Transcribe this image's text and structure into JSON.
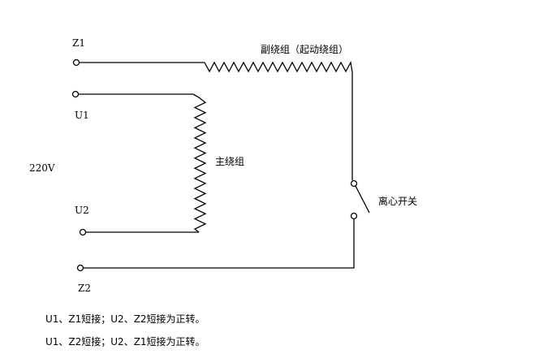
{
  "terminals": {
    "z1": "Z1",
    "u1": "U1",
    "u2": "U2",
    "z2": "Z2"
  },
  "voltage": "220V",
  "main_winding": "主绕组",
  "aux_winding": "副绕组（起动绕组）",
  "centrifugal_switch": "离心开关",
  "notes": [
    "U1、Z1短接；U2、Z2短接为正转。",
    "U1、Z2短接；U2、Z1短接为正转。"
  ]
}
